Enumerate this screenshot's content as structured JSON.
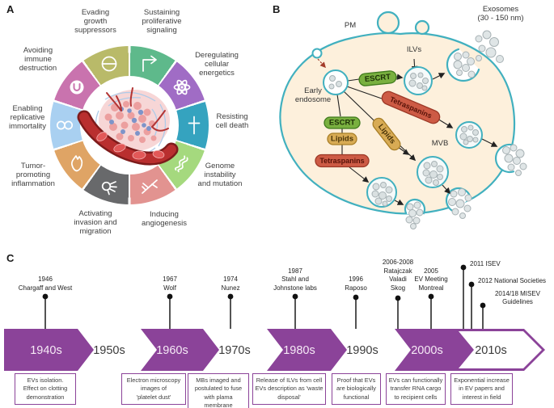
{
  "figure": {
    "panel_a_label": "A",
    "panel_b_label": "B",
    "panel_c_label": "C"
  },
  "hallmarks": {
    "items": [
      {
        "label": "Sustaining\nproliferative\nsignaling",
        "icon": "flag-arrow-icon",
        "color": "#5eb98b"
      },
      {
        "label": "Deregulating\ncellular\nenergetics",
        "icon": "atom-icon",
        "color": "#a06cc5"
      },
      {
        "label": "Resisting\ncell death",
        "icon": "cross-icon",
        "color": "#35a3bf"
      },
      {
        "label": "Genome\ninstability\nand mutation",
        "icon": "dna-squiggle-icon",
        "color": "#a5d97e"
      },
      {
        "label": "Inducing\nangiogenesis",
        "icon": "vessel-branch-icon",
        "color": "#e29390"
      },
      {
        "label": "Activating\ninvasion and\nmigration",
        "icon": "migrating-cell-icon",
        "color": "#68696b"
      },
      {
        "label": "Tumor-\npromoting\ninflammation",
        "icon": "flame-icon",
        "color": "#dfa465"
      },
      {
        "label": "Enabling\nreplicative\nimmortality",
        "icon": "infinity-icon",
        "color": "#a9d0f1"
      },
      {
        "label": "Avoiding\nimmune\ndestruction",
        "icon": "circled-u-icon",
        "color": "#c973ae"
      },
      {
        "label": "Evading\ngrowth\nsuppressors",
        "icon": "no-entry-icon",
        "color": "#b9ba69"
      }
    ]
  },
  "biogenesis": {
    "pm_label": "PM",
    "exosomes_label": "Exosomes\n(30 - 150 nm)",
    "ilvs_label": "ILVs",
    "early_endosome_label": "Early\nendosome",
    "mvb_label": "MVB",
    "pills": {
      "escrt": "ESCRT",
      "lipids": "Lipids",
      "tetraspanins": "Tetraspanins"
    },
    "membrane_color": "#41b0bf",
    "cytoplasm_color": "#fdf0dc"
  },
  "timeline": {
    "band_color": "#8b4399",
    "decades": [
      {
        "label": "1940s"
      },
      {
        "label": "1950s"
      },
      {
        "label": "1960s"
      },
      {
        "label": "1970s"
      },
      {
        "label": "1980s"
      },
      {
        "label": "1990s"
      },
      {
        "label": "2000s"
      },
      {
        "label": "2010s"
      }
    ],
    "events": [
      {
        "year": "1946",
        "who": "Chargaff and West"
      },
      {
        "year": "1967",
        "who": "Wolf"
      },
      {
        "year": "1974",
        "who": "Nunez"
      },
      {
        "year": "1987",
        "who": "Stahl and\nJohnstone labs"
      },
      {
        "year": "1996",
        "who": "Raposo"
      },
      {
        "year": "2006-2008",
        "who": "Ratajczak\nValadi\nSkog"
      },
      {
        "year": "2005",
        "who": "EV Meeting\nMontreal"
      }
    ],
    "side_events": [
      {
        "label": "2011 ISEV"
      },
      {
        "label": "2012 National Societies"
      },
      {
        "label": "2014/18 MISEV\nGuidelines"
      }
    ],
    "boxes": [
      "EVs isolation.\nEffect on clotting\ndemonstration",
      "Electron microscopy\nimages of\n'platelet dust'",
      "MBs imaged and\npostulated to fuse\nwith plama membrane",
      "Release of ILVs from cell\nEVs description as 'waste\ndisposal'",
      "Proof that EVs\nare biologically\nfunctional",
      "EVs can functionally\ntransfer RNA cargo\nto recipient cells",
      "Exponential increase\nin EV papers and\ninterest in field"
    ]
  }
}
